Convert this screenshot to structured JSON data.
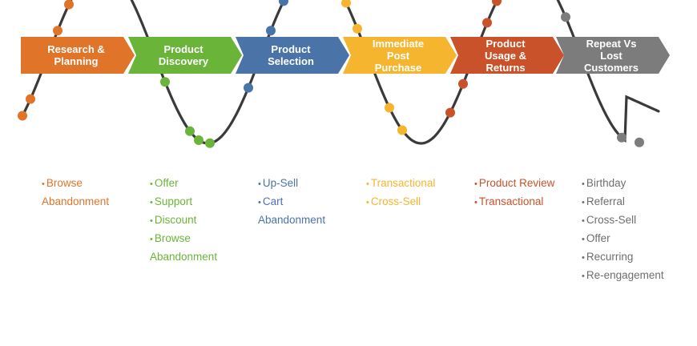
{
  "stages": [
    {
      "label_line1": "Research &",
      "label_line2": "Planning",
      "color": "#e07428"
    },
    {
      "label_line1": "Product",
      "label_line2": "Discovery",
      "color": "#6bb43a"
    },
    {
      "label_line1": "Product",
      "label_line2": "Selection",
      "color": "#4a74a8"
    },
    {
      "label_line1": "Immediate",
      "label_line2": "Post Purchase",
      "color": "#f5b52e"
    },
    {
      "label_line1": "Product Usage &",
      "label_line2": "Returns",
      "color": "#c9522a"
    },
    {
      "label_line1": "Repeat Vs",
      "label_line2": "Lost Customers",
      "color": "#7c7c7c"
    }
  ],
  "columns": [
    {
      "color": "#e07428",
      "items": [
        "Browse",
        "Abandonment"
      ],
      "bullets": [
        true,
        false
      ]
    },
    {
      "color": "#6bb43a",
      "items": [
        "Offer",
        "Support",
        "Discount",
        "Browse",
        "Abandonment"
      ],
      "bullets": [
        true,
        true,
        true,
        true,
        false
      ]
    },
    {
      "color": "#4a74a8",
      "items": [
        "Up-Sell",
        "Cart",
        "Abandonment"
      ],
      "bullets": [
        true,
        true,
        false
      ]
    },
    {
      "color": "#f5b52e",
      "items": [
        "Transactional",
        "Cross-Sell"
      ],
      "bullets": [
        true,
        true
      ]
    },
    {
      "color": "#c9522a",
      "items": [
        "Product Review",
        "Transactional"
      ],
      "bullets": [
        true,
        true
      ]
    },
    {
      "color": "#6e6e6e",
      "items": [
        "Birthday",
        "Referral",
        "Cross-Sell",
        "Offer",
        "Recurring",
        "Re-engagement"
      ],
      "bullets": [
        true,
        true,
        true,
        true,
        true,
        true
      ]
    }
  ],
  "wave": {
    "line_color": "#3a3a3a"
  }
}
